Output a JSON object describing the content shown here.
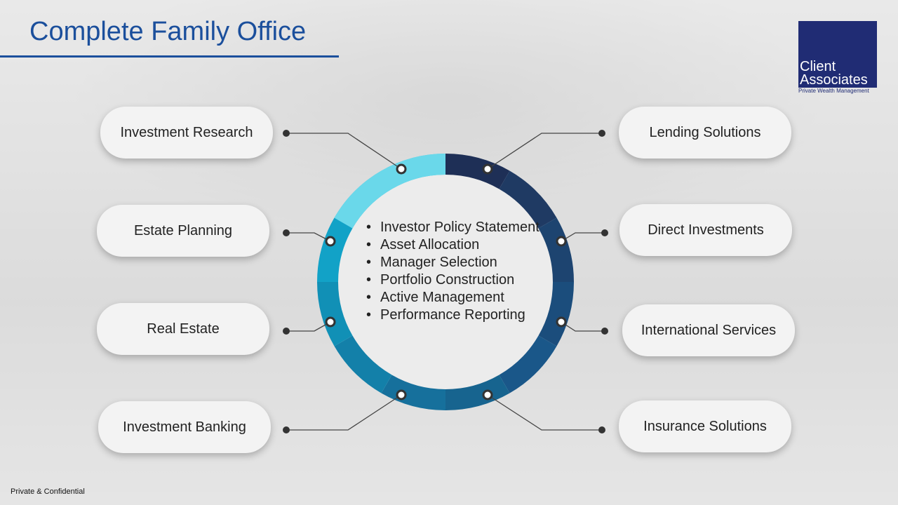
{
  "slide": {
    "title": "Complete Family Office",
    "footer": "Private & Confidential"
  },
  "logo": {
    "line1": "Client",
    "line2": "Associates",
    "tagline": "Private Wealth Management",
    "color": "#202c74"
  },
  "left_services": [
    "Investment Research",
    "Estate Planning",
    "Real Estate",
    "Investment Banking"
  ],
  "right_services": [
    "Lending Solutions",
    "Direct Investments",
    "International Services",
    "Insurance Solutions"
  ],
  "core_process": [
    "Investor Policy Statement",
    "Asset Allocation",
    "Manager Selection",
    "Portfolio Construction",
    "Active Management",
    "Performance Reporting"
  ],
  "colors": {
    "title": "#1b4f9c",
    "ring_light": "#5fd3e8",
    "ring_dark": "#1e2f56"
  }
}
